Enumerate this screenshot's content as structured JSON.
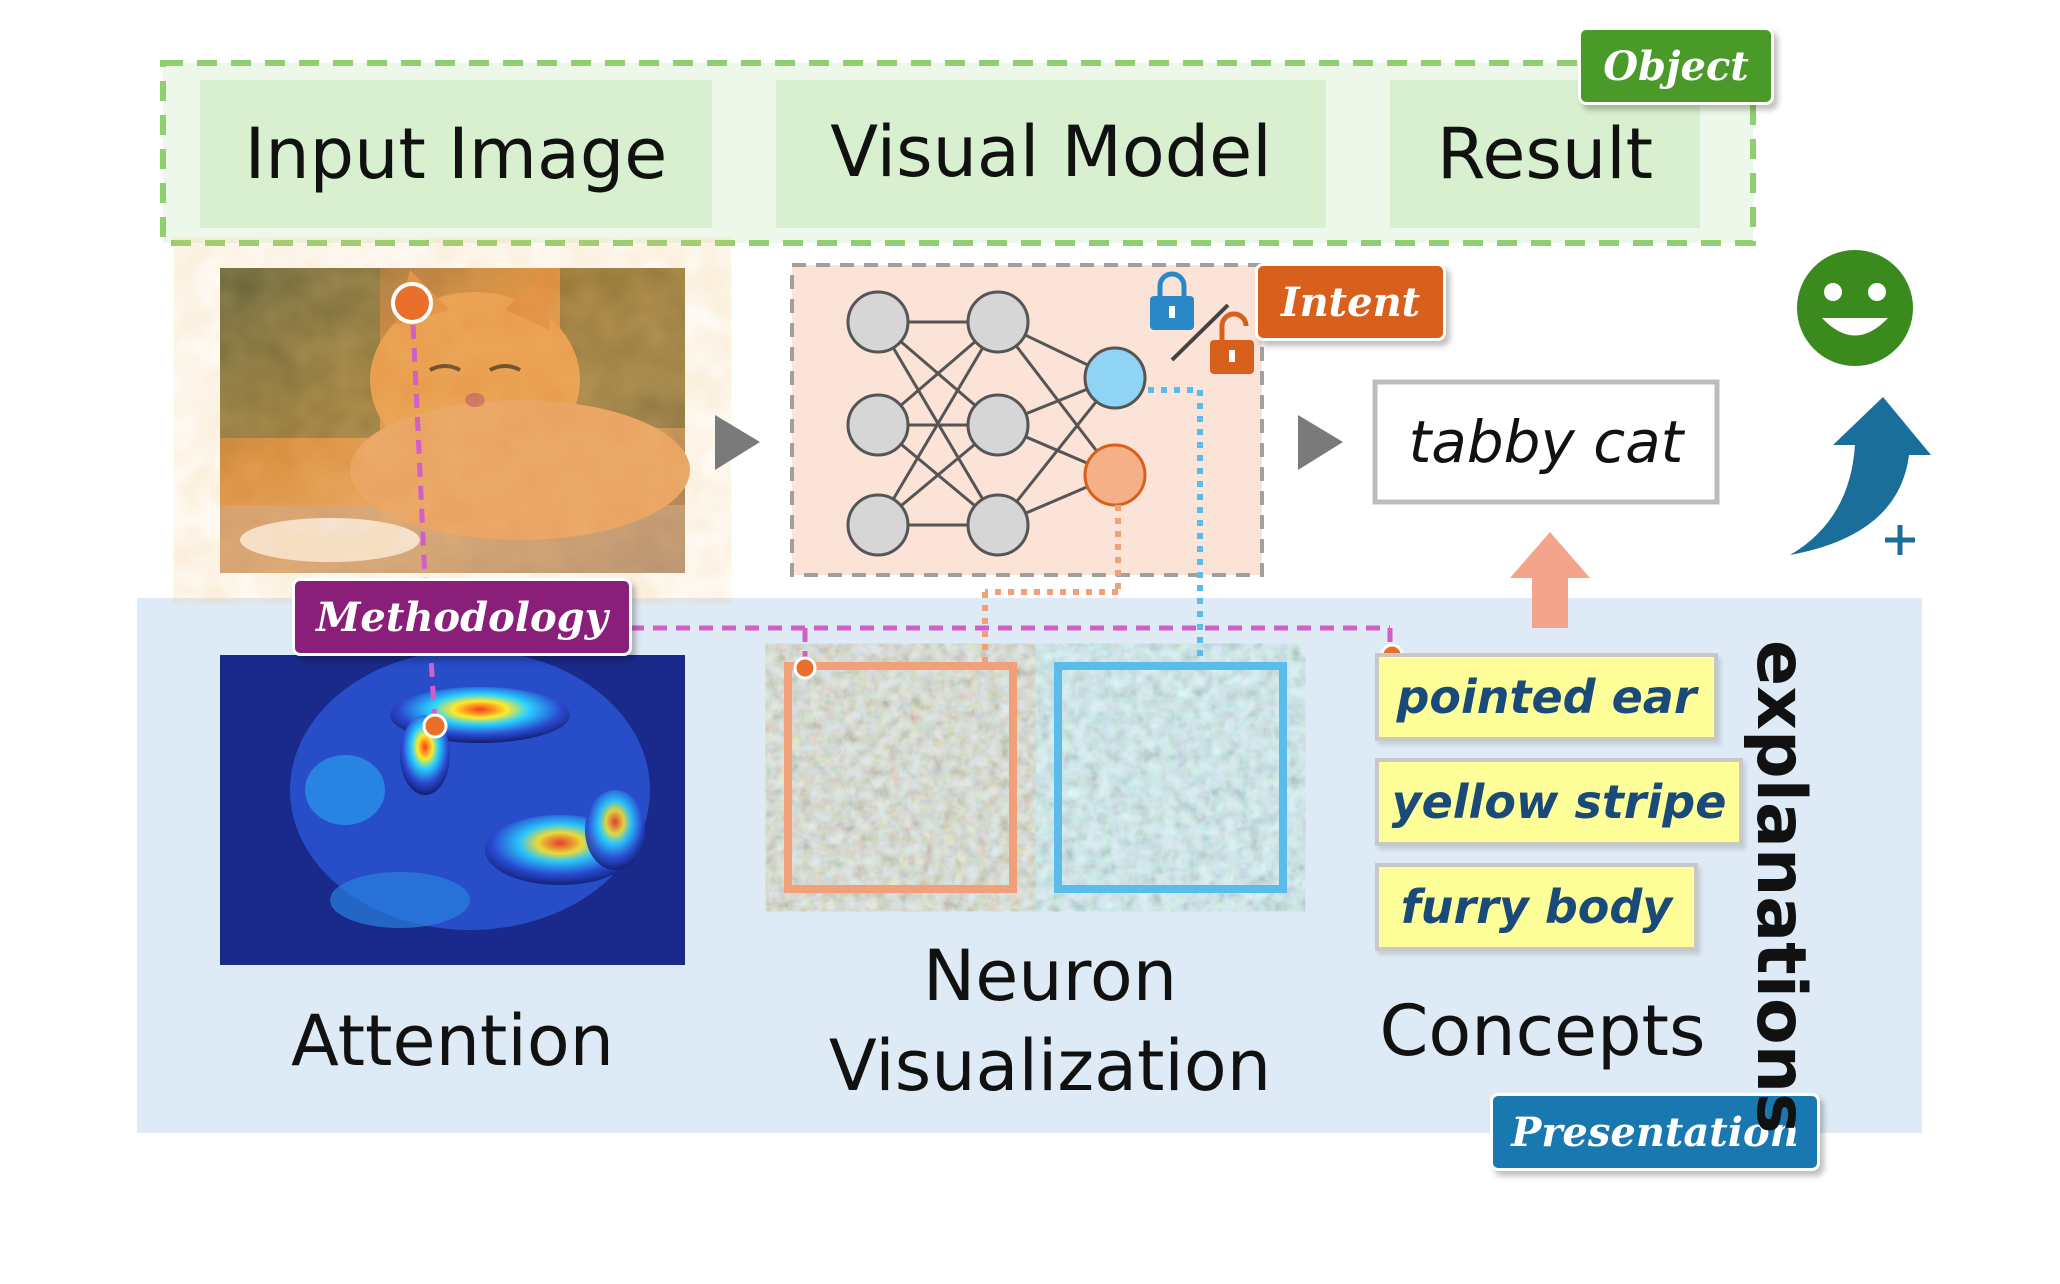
{
  "object_bar": {
    "input_image": "Input Image",
    "visual_model": "Visual Model",
    "result": "Result"
  },
  "tags": {
    "object": "Object",
    "intent": "Intent",
    "methodology": "Methodology",
    "presentation": "Presentation"
  },
  "result_text": "tabby cat",
  "concepts": [
    "pointed ear",
    "yellow stripe",
    "furry body"
  ],
  "labels": {
    "attention": "Attention",
    "neuron_line1": "Neuron",
    "neuron_line2": "Visualization",
    "concepts": "Concepts",
    "explanations": "explanations"
  },
  "colors": {
    "object_green": "#4a9a2a",
    "intent_orange": "#d9601c",
    "methodology_purple": "#8a1f7a",
    "presentation_blue": "#1a78b0",
    "smiley_green": "#3a8a1e",
    "arrow_teal": "#1a6e9a",
    "panel_blue": "#deebf7",
    "neuron_blue": "#8fd4f5",
    "neuron_orange": "#f5b08a"
  }
}
